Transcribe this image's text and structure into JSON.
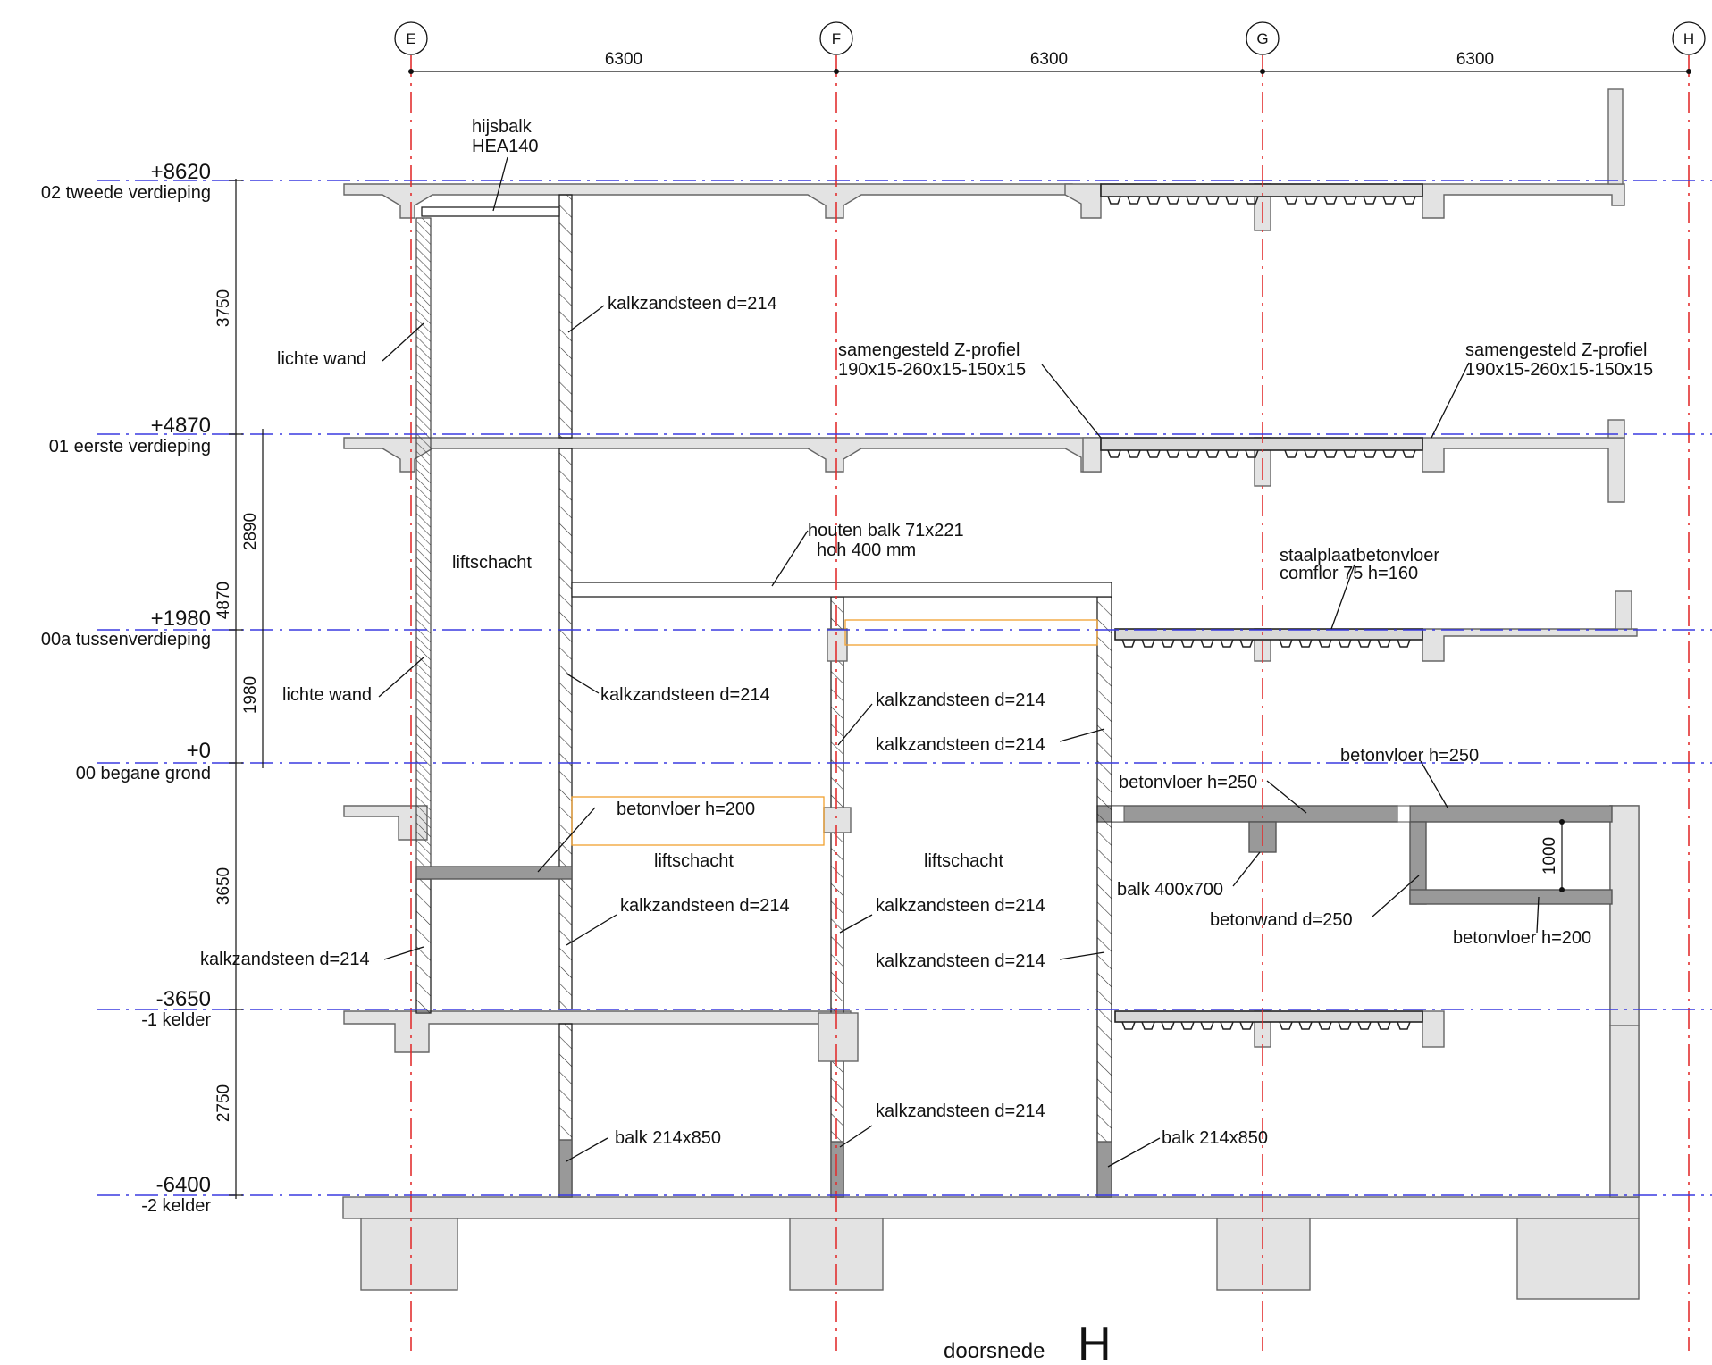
{
  "title": {
    "prefix": "doorsnede",
    "letter": "H"
  },
  "grid_axes": [
    {
      "id": "E",
      "label": "E"
    },
    {
      "id": "F",
      "label": "F"
    },
    {
      "id": "G",
      "label": "G"
    },
    {
      "id": "H",
      "label": "H"
    }
  ],
  "grid_spacings": [
    "6300",
    "6300",
    "6300"
  ],
  "levels": [
    {
      "elevation": "+8620",
      "name": "02 tweede verdieping"
    },
    {
      "elevation": "+4870",
      "name": "01 eerste verdieping"
    },
    {
      "elevation": "+1980",
      "name": "00a tussenverdieping"
    },
    {
      "elevation": "+0",
      "name": "00 begane grond"
    },
    {
      "elevation": "-3650",
      "name": "-1 kelder"
    },
    {
      "elevation": "-6400",
      "name": "-2 kelder"
    }
  ],
  "storey_dimensions": [
    "3750",
    "3650",
    "2750"
  ],
  "sub_dimensions": [
    "2890",
    "4870",
    "1980"
  ],
  "beam_height_dim": "1000",
  "labels": {
    "hijsbalk_1": "hijsbalk",
    "hijsbalk_2": "HEA140",
    "lichte_wand": "lichte wand",
    "kzs": "kalkzandsteen d=214",
    "zprofiel_1": "samengesteld Z-profiel",
    "zprofiel_2": "190x15-260x15-150x15",
    "liftschacht": "liftschacht",
    "houten_1": "houten balk 71x221",
    "houten_2": "hoh 400 mm",
    "staalplaat_1": "staalplaatbetonvloer",
    "staalplaat_2": "comflor 75 h=160",
    "betonvloer_250": "betonvloer h=250",
    "betonvloer_200": "betonvloer h=200",
    "balk_400": "balk 400x700",
    "betonwand": "betonwand d=250",
    "balk_214": "balk 214x850"
  },
  "colors": {
    "grid_axis": "#e23030",
    "level_line": "#3a3ae0",
    "concrete": "#e3e3e3",
    "timber_outline": "#f0a030"
  }
}
